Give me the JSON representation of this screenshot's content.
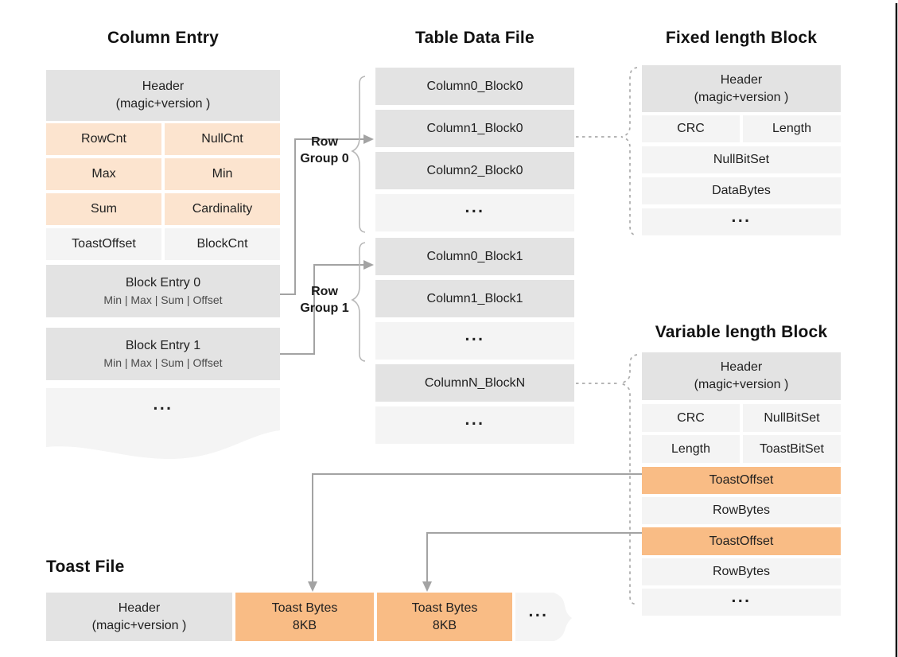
{
  "titles": {
    "column_entry": "Column Entry",
    "table_data_file": "Table Data File",
    "fixed_block": "Fixed length Block",
    "variable_block": "Variable length Block",
    "toast_file": "Toast File"
  },
  "column_entry": {
    "header": "Header\n(magic+version )",
    "stats": [
      "RowCnt",
      "NullCnt",
      "Max",
      "Min",
      "Sum",
      "Cardinality"
    ],
    "meta": [
      "ToastOffset",
      "BlockCnt"
    ],
    "block_entries": [
      {
        "name": "Block Entry 0",
        "fields": "Min | Max | Sum | Offset"
      },
      {
        "name": "Block Entry 1",
        "fields": "Min | Max | Sum | Offset"
      }
    ],
    "ellipsis": "..."
  },
  "row_groups": [
    {
      "label": "Row\nGroup 0"
    },
    {
      "label": "Row\nGroup 1"
    }
  ],
  "table_data_file": {
    "blocks": [
      "Column0_Block0",
      "Column1_Block0",
      "Column2_Block0",
      "...",
      "Column0_Block1",
      "Column1_Block1",
      "...",
      "ColumnN_BlockN",
      "..."
    ]
  },
  "fixed_block": {
    "header": "Header\n(magic+version )",
    "crc": "CRC",
    "length": "Length",
    "nullbitset": "NullBitSet",
    "databytes": "DataBytes",
    "ellipsis": "..."
  },
  "variable_block": {
    "header": "Header\n(magic+version )",
    "crc": "CRC",
    "nullbitset": "NullBitSet",
    "length": "Length",
    "toastbitset": "ToastBitSet",
    "toastoffset1": "ToastOffset",
    "rowbytes1": "RowBytes",
    "toastoffset2": "ToastOffset",
    "rowbytes2": "RowBytes",
    "ellipsis": "..."
  },
  "toast_file": {
    "header": "Header\n(magic+version )",
    "toast_bytes1": "Toast Bytes\n8KB",
    "toast_bytes2": "Toast Bytes\n8KB",
    "ellipsis": "..."
  },
  "colors": {
    "box_gray_dark": "#e3e3e3",
    "box_gray_light": "#f4f4f4",
    "stat_peach": "#fce4cf",
    "toast_orange": "#f9bc85",
    "line_gray": "#a3a3a3",
    "border_black": "#111111"
  }
}
